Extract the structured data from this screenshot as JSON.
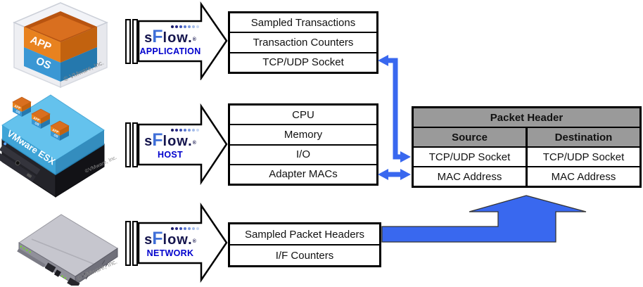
{
  "sflow_logo": {
    "pre": "s",
    "f": "F",
    "post": "low.",
    "reg": "®"
  },
  "arrows": [
    {
      "label": "APPLICATION"
    },
    {
      "label": "HOST"
    },
    {
      "label": "NETWORK"
    }
  ],
  "tables": {
    "application": {
      "rows": [
        "Sampled Transactions",
        "Transaction Counters",
        "TCP/UDP Socket"
      ]
    },
    "host": {
      "rows": [
        "CPU",
        "Memory",
        "I/O",
        "Adapter MACs"
      ]
    },
    "network": {
      "rows": [
        "Sampled Packet Headers",
        "I/F Counters"
      ]
    }
  },
  "packet_header": {
    "title": "Packet Header",
    "columns": [
      "Source",
      "Destination"
    ],
    "rows": [
      [
        "TCP/UDP Socket",
        "TCP/UDP Socket"
      ],
      [
        "MAC Address",
        "MAC Address"
      ]
    ]
  },
  "images": {
    "app_cube": {
      "app": "APP",
      "os": "OS",
      "copyright": "© VMware, Inc."
    },
    "esx_server": {
      "label": "VMware ESX",
      "app": "APP",
      "os": "OS",
      "copyright": "©VMware, Inc."
    },
    "switch": {
      "copyright": "© VMware, Inc."
    }
  },
  "colors": {
    "connector_blue": "#3968ef",
    "table_header_gray": "#9a9a9a",
    "label_blue": "#0000cd"
  }
}
